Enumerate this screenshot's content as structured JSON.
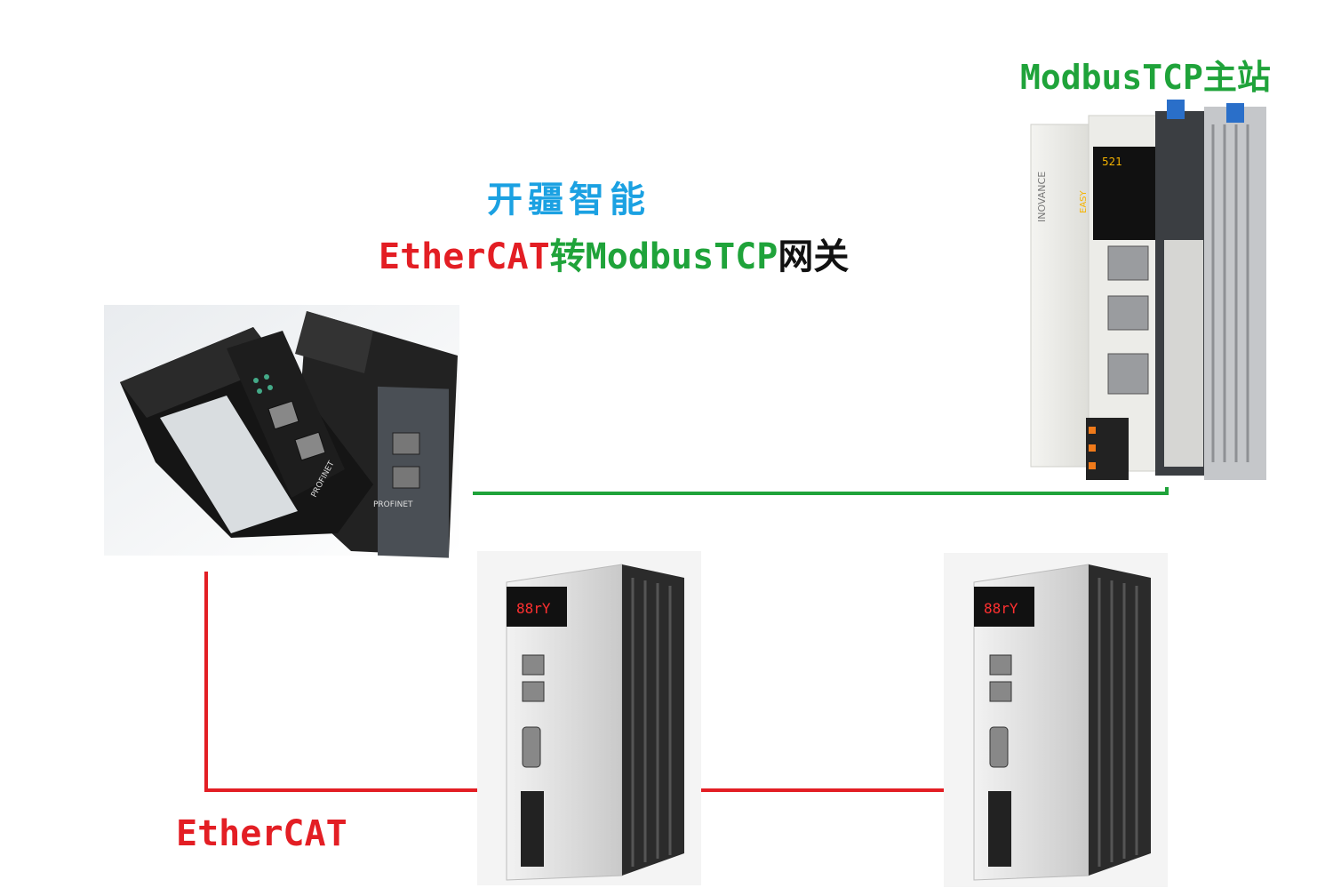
{
  "labels": {
    "master": "ModbusTCP主站",
    "brand": "开疆智能",
    "gateway_part1": "EtherCAT",
    "gateway_part2": "转ModbusTCP",
    "gateway_part3": "网关",
    "bus": "EtherCAT"
  },
  "device_text": {
    "gateway_port": "PROFINET",
    "plc_model": "521",
    "plc_brand": "INOVANCE",
    "plc_series": "EASY",
    "drive_display": "88rY"
  },
  "colors": {
    "modbus_line": "#1fa33a",
    "ethercat_line": "#e31e24",
    "brand": "#1ba1e2",
    "gateway_red": "#e31e24",
    "gateway_green": "#1fa33a",
    "gateway_black": "#111111"
  },
  "icons": {
    "gateway": "gateway-device-icon",
    "plc": "plc-device-icon",
    "drive": "servo-drive-icon"
  }
}
